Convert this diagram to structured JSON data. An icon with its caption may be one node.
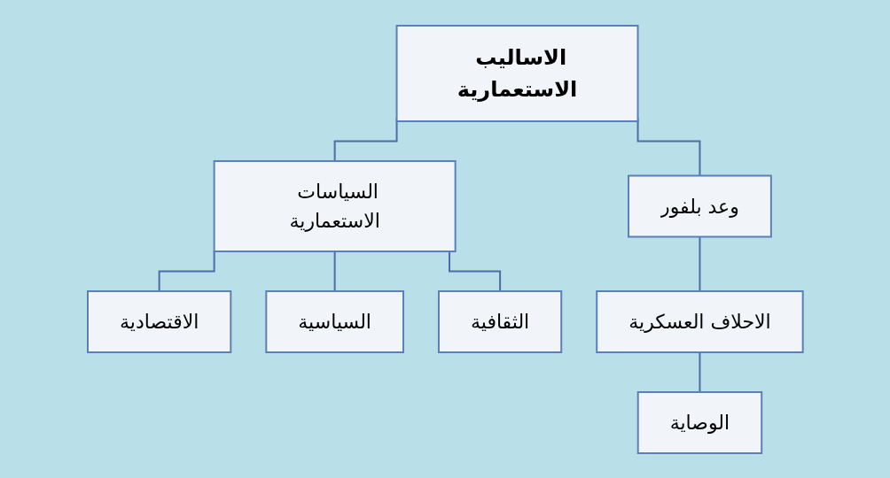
{
  "diagram": {
    "nodes": [
      {
        "text": [
          "الاساليب الاستعمارية"
        ]
      },
      {
        "text": [
          "السياسات الاستعمارية"
        ]
      },
      {
        "text": [
          "وعد بلفور"
        ]
      },
      {
        "text": [
          "الاقتصادية"
        ]
      },
      {
        "text": [
          "السياسية"
        ]
      },
      {
        "text": [
          "الثقافية"
        ]
      },
      {
        "text": [
          "الاحلاف العسكرية"
        ]
      },
      {
        "text": [
          "الوصاية"
        ]
      }
    ],
    "edges": [
      {
        "from": 0,
        "to": 1,
        "arrow": "none"
      },
      {
        "from": 0,
        "to": 2,
        "arrow": "none"
      },
      {
        "from": 1,
        "to": 3,
        "arrow": "none"
      },
      {
        "from": 1,
        "to": 4,
        "arrow": "none"
      },
      {
        "from": 1,
        "to": 5,
        "arrow": "none"
      },
      {
        "from": 2,
        "to": 6,
        "arrow": "none"
      },
      {
        "from": 6,
        "to": 7,
        "arrow": "none"
      }
    ]
  }
}
